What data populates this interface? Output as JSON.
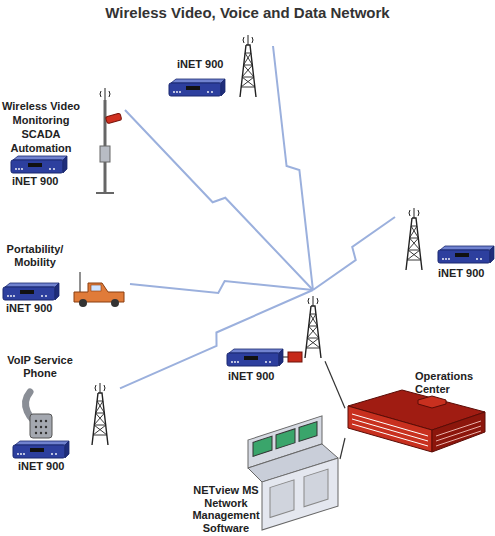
{
  "diagram": {
    "title": "Wireless Video, Voice and Data Network",
    "nodes": [
      {
        "text": [
          "iNET 900"
        ]
      },
      {
        "text": [
          "Wireless Video Monitoring SCADA Automation",
          "iNET 900"
        ]
      },
      {
        "text": [
          "iNET 900"
        ]
      },
      {
        "text": [
          "Portability/ Mobility",
          "iNET 900"
        ]
      },
      {
        "text": [
          "iNET 900"
        ]
      },
      {
        "text": [
          "VoIP Service Phone",
          "iNET 900"
        ]
      },
      {
        "text": [
          "Operations Center"
        ]
      },
      {
        "text": [
          "NETview MS Network Management Software"
        ]
      }
    ],
    "edges": [
      {
        "from": 4,
        "to": 0,
        "arrow": "none"
      },
      {
        "from": 4,
        "to": 1,
        "arrow": "none"
      },
      {
        "from": 4,
        "to": 2,
        "arrow": "none"
      },
      {
        "from": 4,
        "to": 3,
        "arrow": "none"
      },
      {
        "from": 4,
        "to": 5,
        "arrow": "none"
      },
      {
        "from": 4,
        "to": 6,
        "arrow": "none"
      },
      {
        "from": 6,
        "to": 7,
        "arrow": "none"
      }
    ]
  }
}
